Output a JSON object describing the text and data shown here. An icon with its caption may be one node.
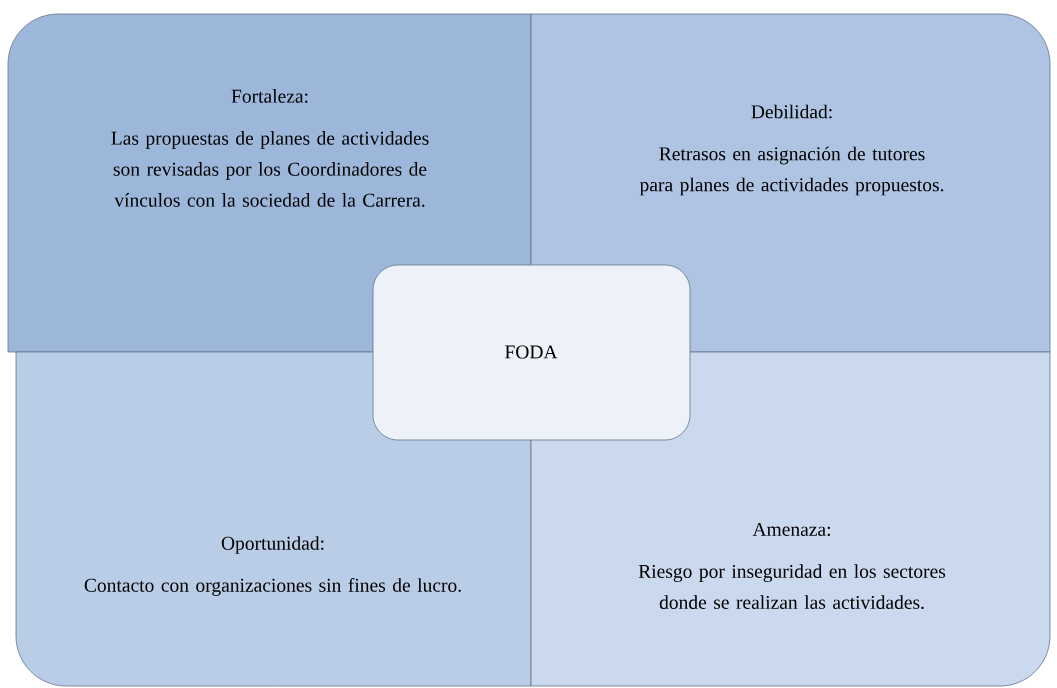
{
  "diagram": {
    "nodes": [
      {
        "text": [
          "Fortaleza:",
          "Las propuestas de planes de actividades son revisadas por los Coordinadores de vínculos con la sociedad de la Carrera."
        ]
      },
      {
        "text": [
          "Debilidad:",
          "Retrasos en asignación de tutores para planes de actividades propuestos."
        ]
      },
      {
        "text": [
          "FODA"
        ]
      },
      {
        "text": [
          "Oportunidad:",
          "Contacto con organizaciones sin fines de lucro."
        ]
      },
      {
        "text": [
          "Amenaza:",
          "Riesgo por inseguridad en los sectores donde se realizan las actividades."
        ]
      }
    ]
  }
}
